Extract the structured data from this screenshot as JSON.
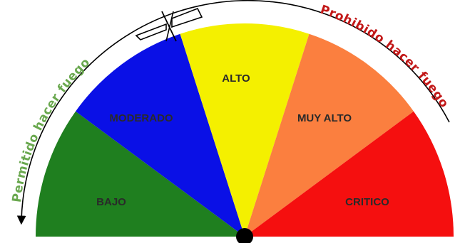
{
  "segments": [
    {
      "label": "BAJO",
      "color": "#1f7f1f"
    },
    {
      "label": "MODERADO",
      "color": "#0a10e6"
    },
    {
      "label": "ALTO",
      "color": "#f4f000"
    },
    {
      "label": "MUY ALTO",
      "color": "#fb7f3f"
    },
    {
      "label": "CRITICO",
      "color": "#f50f0f"
    }
  ],
  "left_arc": {
    "text": "Permitido hacer fuego",
    "color": "#6aa84f"
  },
  "right_arc": {
    "text": "Prohibido hacer fuego",
    "color": "#c21818"
  },
  "pointer": {
    "icon": "needle-hub-icon",
    "color": "#000000"
  },
  "indicator": {
    "icon": "bowtie-marker-icon"
  }
}
